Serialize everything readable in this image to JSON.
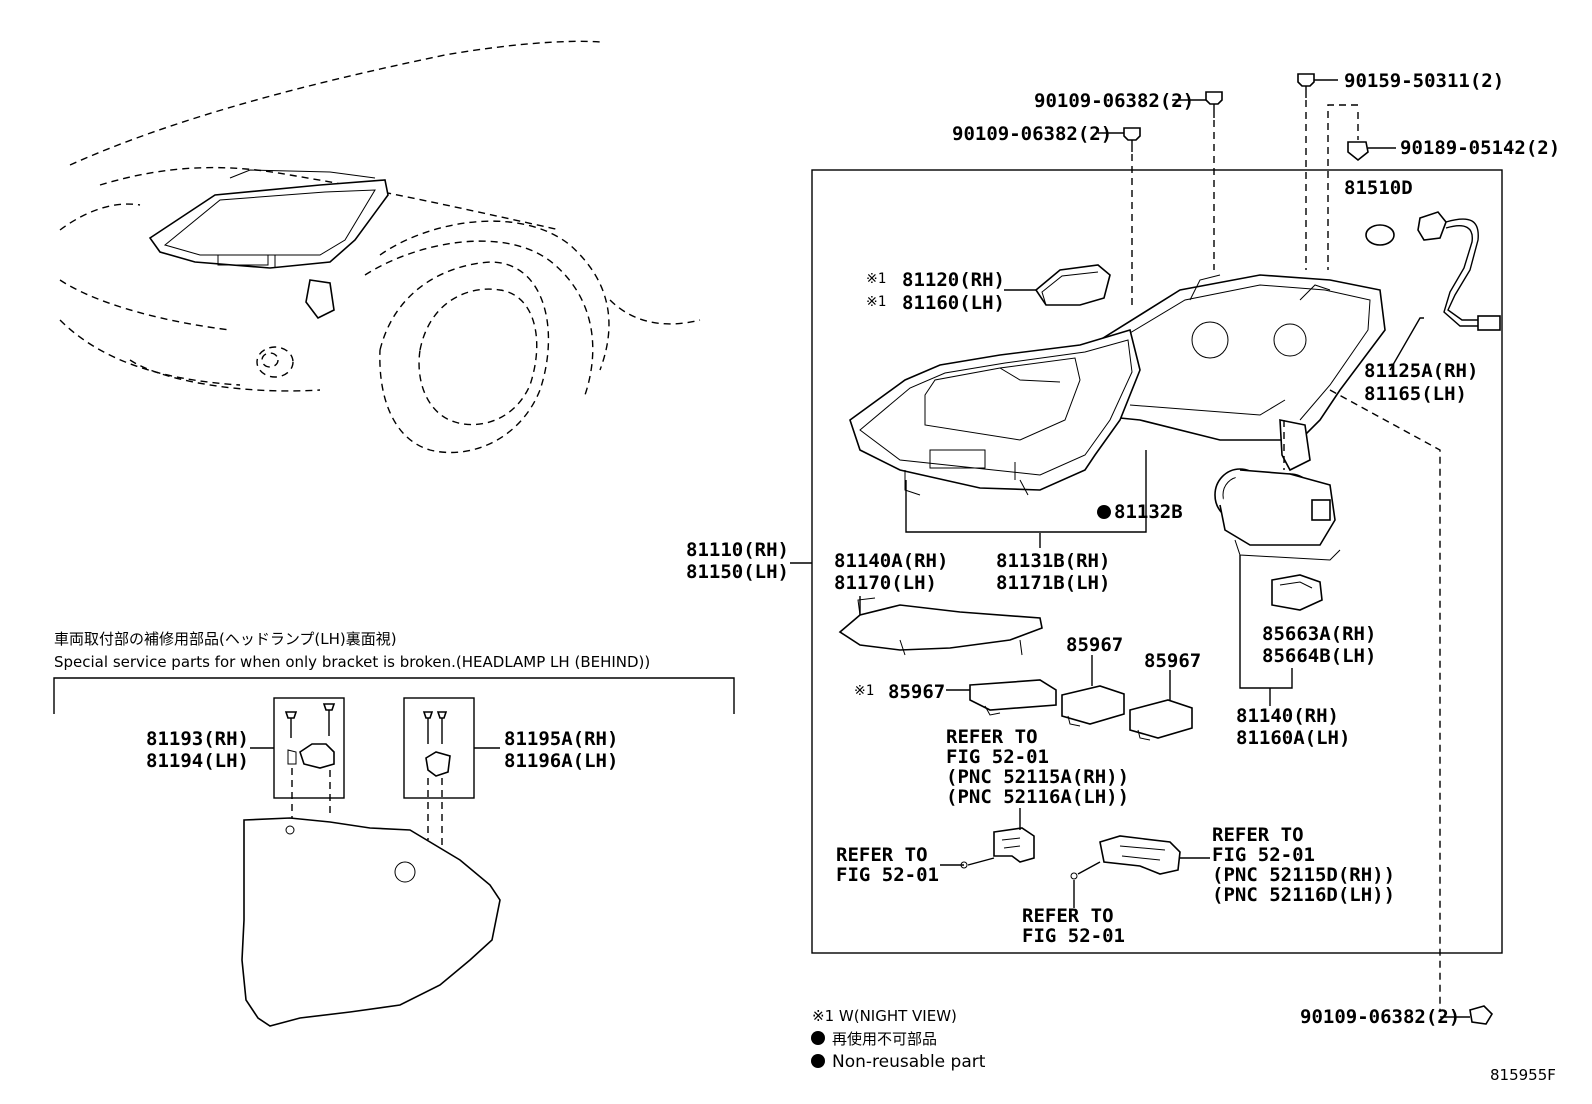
{
  "labels": {
    "l90109a": "90109-06382(2)",
    "l90109b": "90109-06382(2)",
    "l90159": "90159-50311(2)",
    "l90189": "90189-05142(2)",
    "l81510d": "81510D",
    "l81120mark": "※1",
    "l81120": "81120(RH)",
    "l81160mark": "※1",
    "l81160": "81160(LH)",
    "l81125a": "81125A(RH)",
    "l81165": "81165(LH)",
    "l81132b": "81132B",
    "l81110": "81110(RH)",
    "l81150": "81150(LH)",
    "l81140a": "81140A(RH)",
    "l81170": "81170(LH)",
    "l81131b": "81131B(RH)",
    "l81171b": "81171B(LH)",
    "l85967a": "85967",
    "l85967b": "85967",
    "l85967mark": "※1",
    "l85967c": "85967",
    "l85663a": "85663A(RH)",
    "l85664b": "85664B(LH)",
    "l81140": "81140(RH)",
    "l81160a": "81160A(LH)",
    "refer1": [
      "REFER TO",
      "FIG 52-01",
      "(PNC 52115A(RH))",
      "(PNC 52116A(LH))"
    ],
    "refer2": [
      "REFER TO",
      "FIG 52-01"
    ],
    "refer3": [
      "REFER TO",
      "FIG 52-01",
      "(PNC 52115D(RH))",
      "(PNC 52116D(LH))"
    ],
    "refer4": [
      "REFER TO",
      "FIG 52-01"
    ],
    "l90109c": "90109-06382(2)",
    "l81193": "81193(RH)",
    "l81194": "81194(LH)",
    "l81195a": "81195A(RH)",
    "l81196a": "81196A(LH)"
  },
  "service": {
    "title_jp": "車両取付部の補修用部品(ヘッドランプ(LH)裏面視)",
    "title_en": "Special service parts for when only bracket is broken.(HEADLAMP LH (BEHIND))"
  },
  "legend": {
    "night_view": "※1 W(NIGHT VIEW)",
    "non_reusable_jp": "再使用不可部品",
    "non_reusable_en": "Non-reusable part"
  },
  "diagram_id": "815955F"
}
